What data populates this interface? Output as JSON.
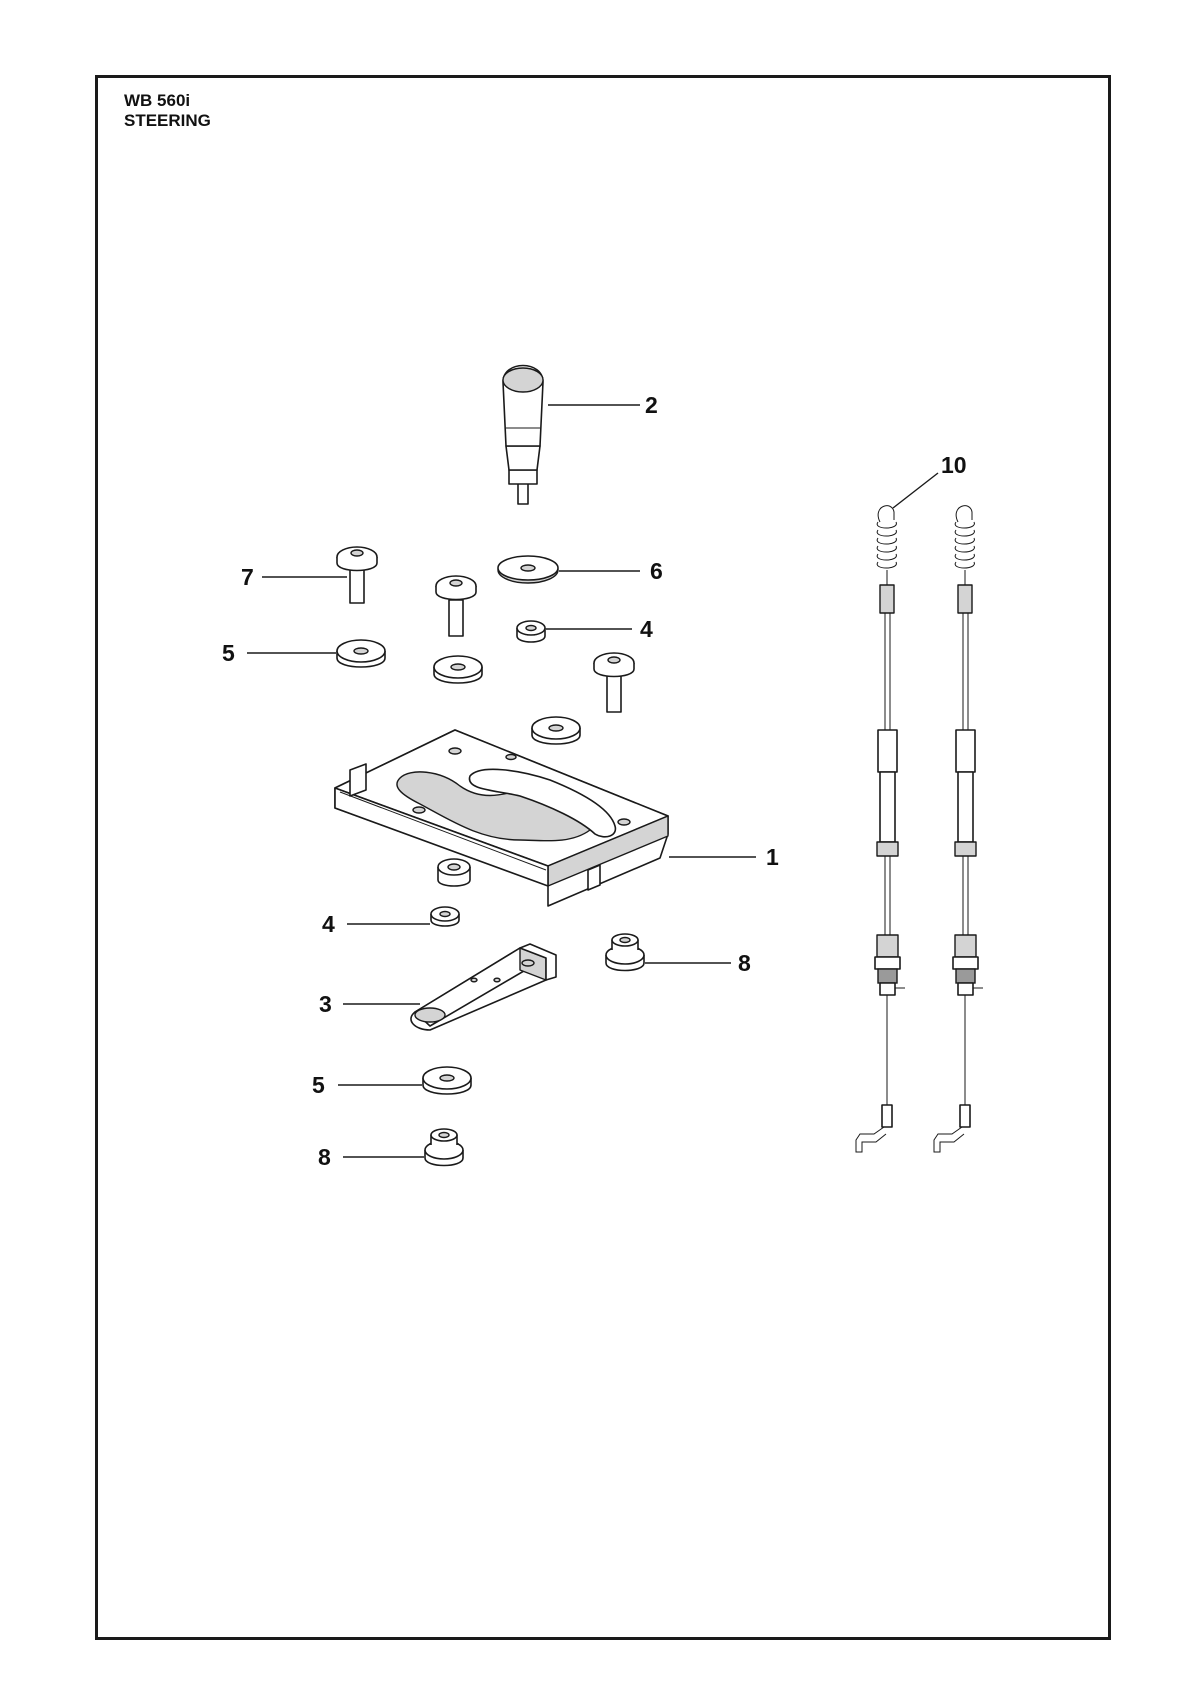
{
  "header": {
    "model": "WB 560i",
    "section": "STEERING"
  },
  "callouts": [
    {
      "id": "c2",
      "label": "2"
    },
    {
      "id": "c10",
      "label": "10"
    },
    {
      "id": "c7",
      "label": "7"
    },
    {
      "id": "c6",
      "label": "6"
    },
    {
      "id": "c4a",
      "label": "4"
    },
    {
      "id": "c5a",
      "label": "5"
    },
    {
      "id": "c1",
      "label": "1"
    },
    {
      "id": "c4b",
      "label": "4"
    },
    {
      "id": "c8a",
      "label": "8"
    },
    {
      "id": "c3",
      "label": "3"
    },
    {
      "id": "c5b",
      "label": "5"
    },
    {
      "id": "c8b",
      "label": "8"
    }
  ],
  "colors": {
    "line": "#1a1a1a",
    "shade": "#d4d4d4",
    "background": "#ffffff"
  }
}
